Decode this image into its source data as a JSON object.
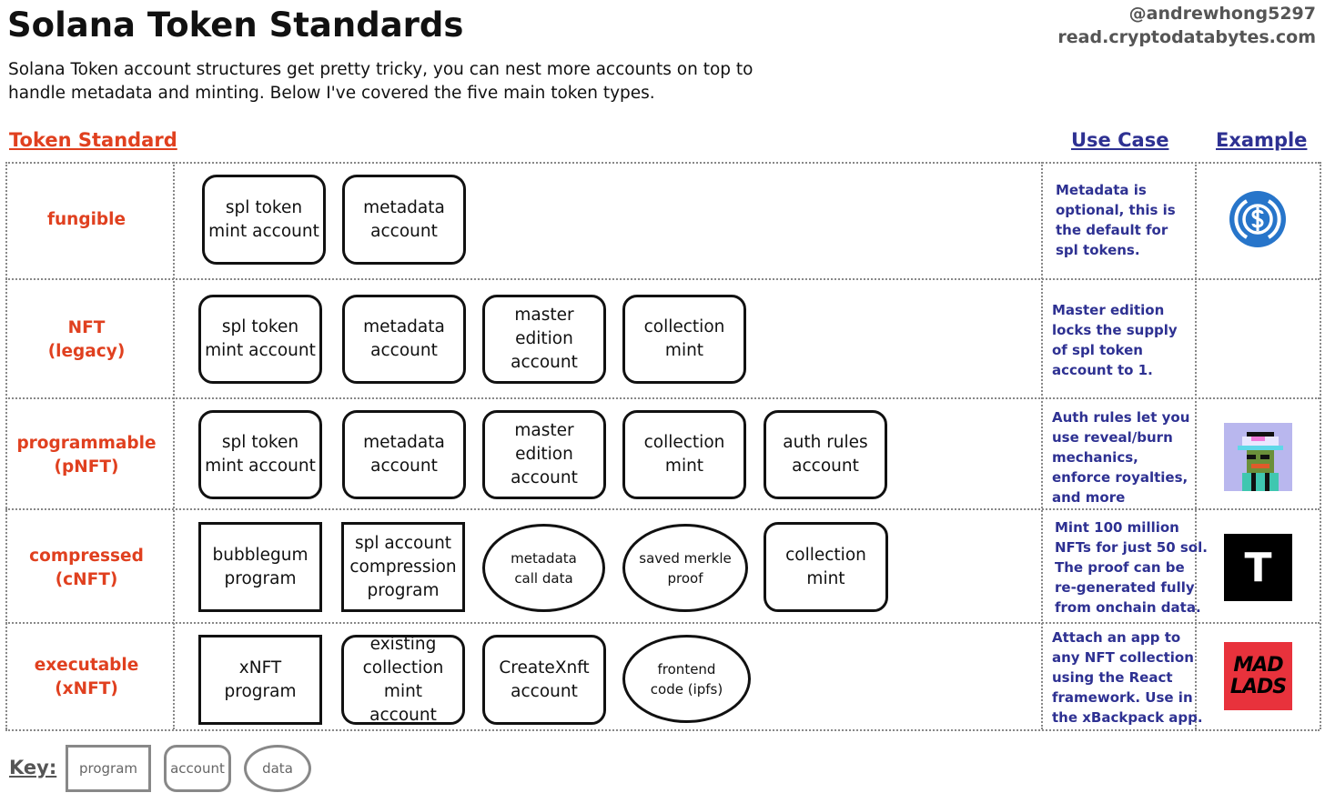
{
  "header": {
    "title": "Solana Token Standards",
    "credit_handle": "@andrewhong5297",
    "credit_site": "read.cryptodatabytes.com",
    "intro_line1": "Solana Token account structures get pretty tricky, you can nest more accounts on top to",
    "intro_line2": "handle metadata and minting. Below I've covered the five main token types."
  },
  "columns": {
    "standard": "Token Standard",
    "use_case": "Use Case",
    "example": "Example"
  },
  "rows": [
    {
      "standard": [
        "fungible"
      ],
      "components": [
        {
          "label": [
            "spl token",
            "mint account"
          ],
          "kind": "account"
        },
        {
          "label": [
            "metadata",
            "account"
          ],
          "kind": "account"
        }
      ],
      "use_case": [
        "Metadata is",
        "optional, this is",
        "the default for",
        "spl tokens."
      ],
      "example_icon": "usdc-coin-icon"
    },
    {
      "standard": [
        "NFT",
        "(legacy)"
      ],
      "components": [
        {
          "label": [
            "spl token",
            "mint account"
          ],
          "kind": "account"
        },
        {
          "label": [
            "metadata",
            "account"
          ],
          "kind": "account"
        },
        {
          "label": [
            "master edition",
            "account"
          ],
          "kind": "account"
        },
        {
          "label": [
            "collection",
            "mint"
          ],
          "kind": "account"
        }
      ],
      "use_case": [
        "Master edition",
        "locks the supply",
        "of spl token",
        "account to 1."
      ],
      "example_icon": ""
    },
    {
      "standard": [
        "programmable",
        "(pNFT)"
      ],
      "components": [
        {
          "label": [
            "spl token",
            "mint account"
          ],
          "kind": "account"
        },
        {
          "label": [
            "metadata",
            "account"
          ],
          "kind": "account"
        },
        {
          "label": [
            "master edition",
            "account"
          ],
          "kind": "account"
        },
        {
          "label": [
            "collection",
            "mint"
          ],
          "kind": "account"
        },
        {
          "label": [
            "auth rules",
            "account"
          ],
          "kind": "account"
        }
      ],
      "use_case": [
        "Auth rules let you",
        "use reveal/burn",
        "mechanics,",
        "enforce royalties,",
        "and more"
      ],
      "example_icon": "pixel-punk-avatar-icon"
    },
    {
      "standard": [
        "compressed",
        "(cNFT)"
      ],
      "components": [
        {
          "label": [
            "bubblegum",
            "program"
          ],
          "kind": "program"
        },
        {
          "label": [
            "spl account",
            "compression",
            "program"
          ],
          "kind": "program"
        },
        {
          "label": [
            "metadata",
            "call data"
          ],
          "kind": "data"
        },
        {
          "label": [
            "saved merkle",
            "proof"
          ],
          "kind": "data"
        },
        {
          "label": [
            "collection",
            "mint"
          ],
          "kind": "account"
        }
      ],
      "use_case": [
        "Mint 100 million",
        "NFTs for just 50 sol.",
        "The proof can be",
        "re-generated fully",
        "from onchain data."
      ],
      "example_icon": "tensor-t-logo-icon",
      "example_text": "T"
    },
    {
      "standard": [
        "executable",
        "(xNFT)"
      ],
      "components": [
        {
          "label": [
            "xNFT",
            "program"
          ],
          "kind": "program"
        },
        {
          "label": [
            "existing",
            "collection mint",
            "account"
          ],
          "kind": "account"
        },
        {
          "label": [
            "CreateXnft",
            "account"
          ],
          "kind": "account"
        },
        {
          "label": [
            "frontend",
            "code (ipfs)"
          ],
          "kind": "data"
        }
      ],
      "use_case": [
        "Attach an app to",
        "any NFT collection",
        "using the React",
        "framework. Use in",
        "the xBackpack app."
      ],
      "example_icon": "mad-lads-logo-icon",
      "example_text": [
        "MAD",
        "LADS"
      ]
    }
  ],
  "key": {
    "label": "Key:",
    "program": "program",
    "account": "account",
    "data": "data"
  },
  "colors": {
    "standard_text": "#e0401f",
    "use_case_text": "#2e3192",
    "usdc_blue": "#2775ca",
    "mad_lads_red": "#e8323c"
  }
}
